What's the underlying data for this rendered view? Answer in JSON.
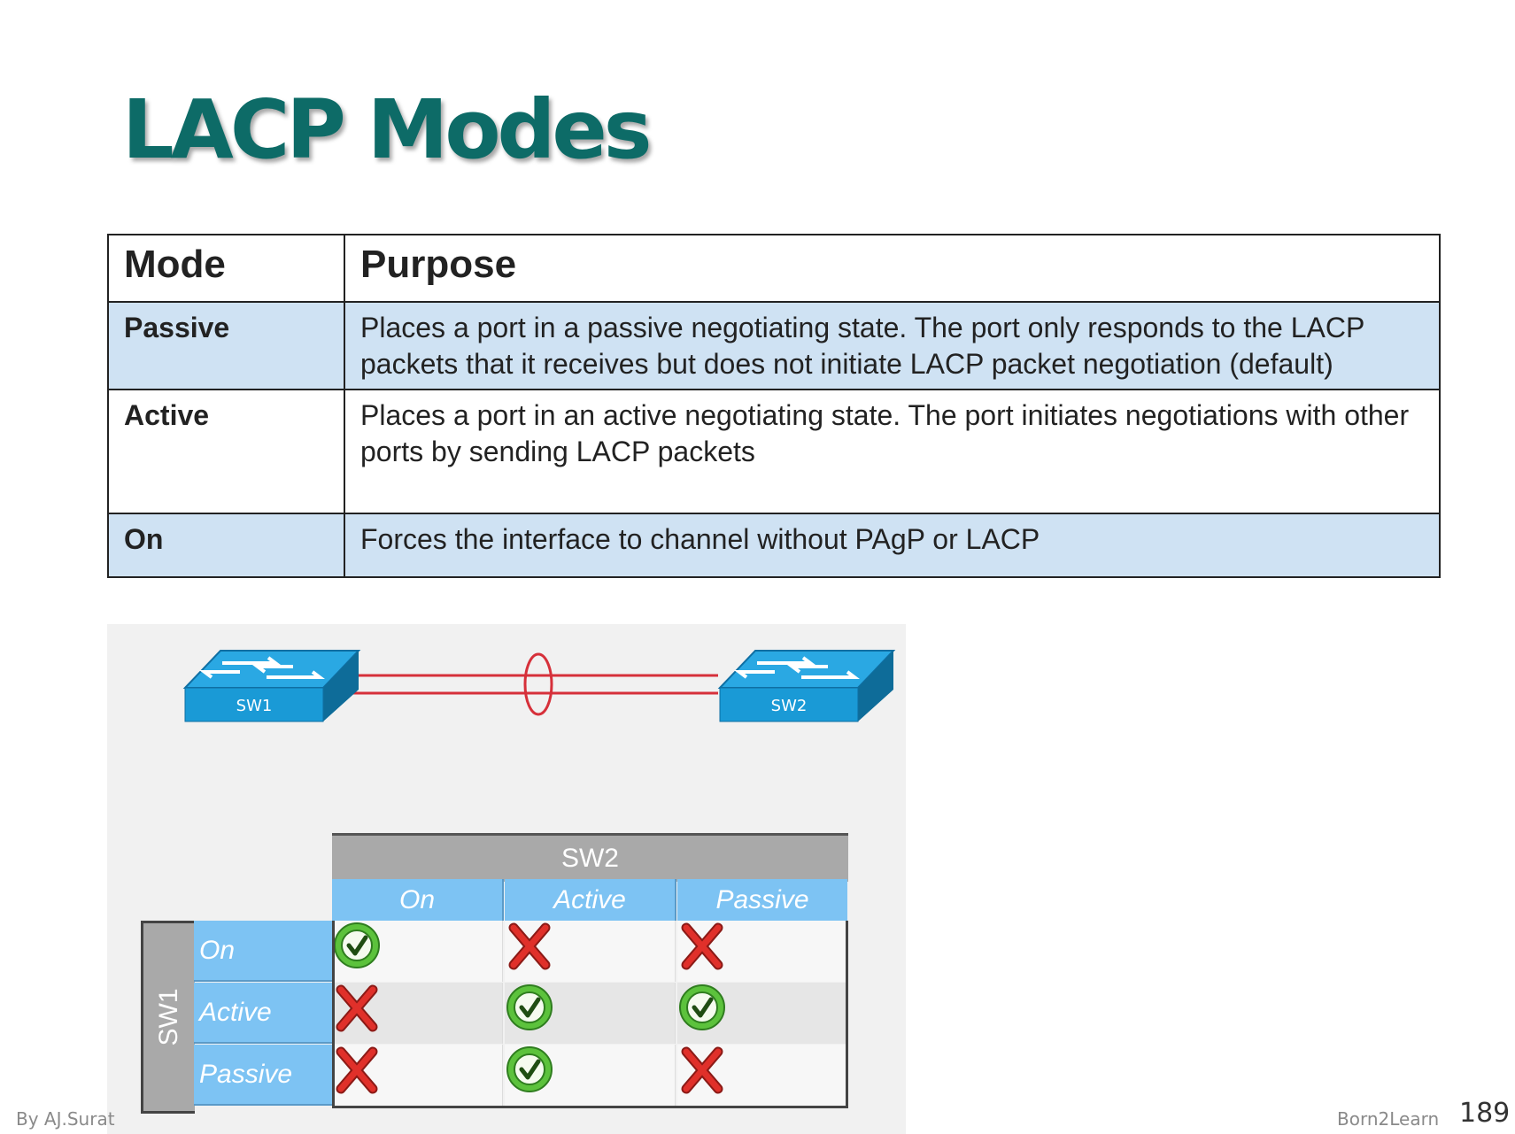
{
  "title": "LACP Modes",
  "modes_table": {
    "headers": [
      "Mode",
      "Purpose"
    ],
    "rows": [
      {
        "mode": "Passive",
        "purpose": "Places a port in a passive negotiating state. The port only responds to the LACP packets that it receives but does not initiate LACP packet negotiation (default)"
      },
      {
        "mode": "Active",
        "purpose": "Places a port in an active negotiating state. The port initiates negotiations with other ports by sending LACP packets"
      },
      {
        "mode": "On",
        "purpose": "Forces the interface to channel without PAgP or LACP"
      }
    ]
  },
  "diagram": {
    "switch_left": "SW1",
    "switch_right": "SW2",
    "matrix": {
      "col_group": "SW2",
      "row_group": "SW1",
      "columns": [
        "On",
        "Active",
        "Passive"
      ],
      "rows": [
        {
          "label": "On",
          "results": [
            "check",
            "cross",
            "cross"
          ]
        },
        {
          "label": "Active",
          "results": [
            "cross",
            "check",
            "check"
          ]
        },
        {
          "label": "Passive",
          "results": [
            "cross",
            "check",
            "cross"
          ]
        }
      ]
    },
    "colors": {
      "check": "#5cc23c",
      "cross": "#e0302a",
      "link": "#d6303a",
      "switch": "#1a9ad6"
    }
  },
  "footer": {
    "author": "By AJ.Surat",
    "brand": "Born2Learn",
    "page_number": "189"
  }
}
